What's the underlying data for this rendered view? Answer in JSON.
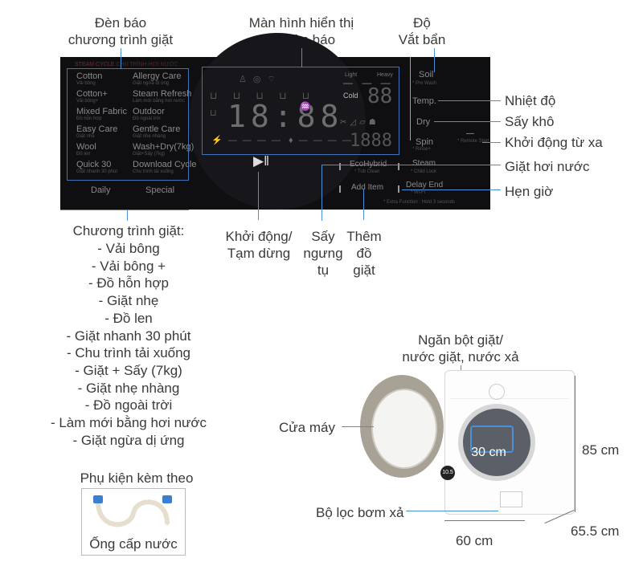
{
  "callouts": {
    "program_indicator": "Đèn báo\nchương trình giặt",
    "display": "Màn hình hiển thị\nvà đèn báo",
    "soil_level": "Độ\nVắt bẩn",
    "temperature": "Nhiệt độ",
    "dry": "Sấy khô",
    "remote_start": "Khởi động từ xa",
    "steam_wash": "Giặt hơi nước",
    "timer": "Hẹn giờ",
    "start_pause": "Khởi động/\nTạm dừng",
    "condense_dry": "Sấy\nngưng\ntụ",
    "add_item": "Thêm\nđồ\ngiặt"
  },
  "programs": {
    "heading": "Chương trình giặt:",
    "items": [
      "- Vải bông",
      "- Vải bông +",
      "- Đồ hỗn hợp",
      "- Giặt nhẹ",
      "- Đồ len",
      "- Giặt nhanh 30 phút",
      "- Chu trình tải xuống",
      "- Giặt + Sấy (7kg)",
      "- Giặt nhẹ nhàng",
      "- Đồ ngoài trời",
      "- Làm mới bằng hơi nước",
      "- Giặt ngừa dị ứng"
    ]
  },
  "accessory": {
    "heading": "Phụ kiện kèm theo",
    "item": "Ống cấp nước"
  },
  "washer": {
    "detergent_drawer": "Ngăn bột giặt/\nnước giặt, nước xả",
    "door": "Cửa máy",
    "drain_filter": "Bộ lọc bơm xả",
    "door_opening": "30 cm",
    "height": "85 cm",
    "depth": "65.5 cm",
    "width": "60 cm",
    "capacity_badge": "10.5"
  },
  "panel": {
    "top_label": "STEAM CYCLE",
    "top_label_sub": "CHU TRÌNH HƠI NƯỚC",
    "program_left": [
      {
        "name": "Cotton",
        "sub": "Vải bông"
      },
      {
        "name": "Cotton+",
        "sub": "Vải bông+"
      },
      {
        "name": "Mixed Fabric",
        "sub": "Đồ hỗn hợp"
      },
      {
        "name": "Easy Care",
        "sub": "Giặt nhẹ"
      },
      {
        "name": "Wool",
        "sub": "Đồ len"
      },
      {
        "name": "Quick 30",
        "sub": "Giặt nhanh 30 phút"
      }
    ],
    "program_right": [
      {
        "name": "Allergy Care",
        "sub": "Giặt ngừa dị ứng"
      },
      {
        "name": "Steam Refresh",
        "sub": "Làm mới bằng hơi nước"
      },
      {
        "name": "Outdoor",
        "sub": "Đồ ngoài trời"
      },
      {
        "name": "Gentle Care",
        "sub": "Giặt nhẹ nhàng"
      },
      {
        "name": "Wash+Dry(7kg)",
        "sub": "Giặt+Sấy (7kg)"
      },
      {
        "name": "Download Cycle",
        "sub": "Chu trình tải xuống"
      }
    ],
    "daily": "Daily",
    "special": "Special",
    "time_display": "18:88",
    "light": "Light",
    "heavy": "Heavy",
    "cold": "Cold",
    "temp_digits": "88",
    "spin_digits": "1888",
    "soil": "Soil",
    "pre_wash": "* Pre Wash",
    "temp": "Temp.",
    "dry": "Dry",
    "spin": "Spin",
    "rinse": "* Rinse+",
    "remote": "* Remote Start",
    "ecohybrid": "EcoHybrid",
    "tub_clean": "* Tub Clean",
    "steam": "Steam",
    "child_lock": "* Child Lock",
    "add_item": "Add Item",
    "delay_end": "Delay End",
    "wifi": "* Wi-Fi",
    "extra": "* Extra Function : Hold 3 seconds"
  }
}
